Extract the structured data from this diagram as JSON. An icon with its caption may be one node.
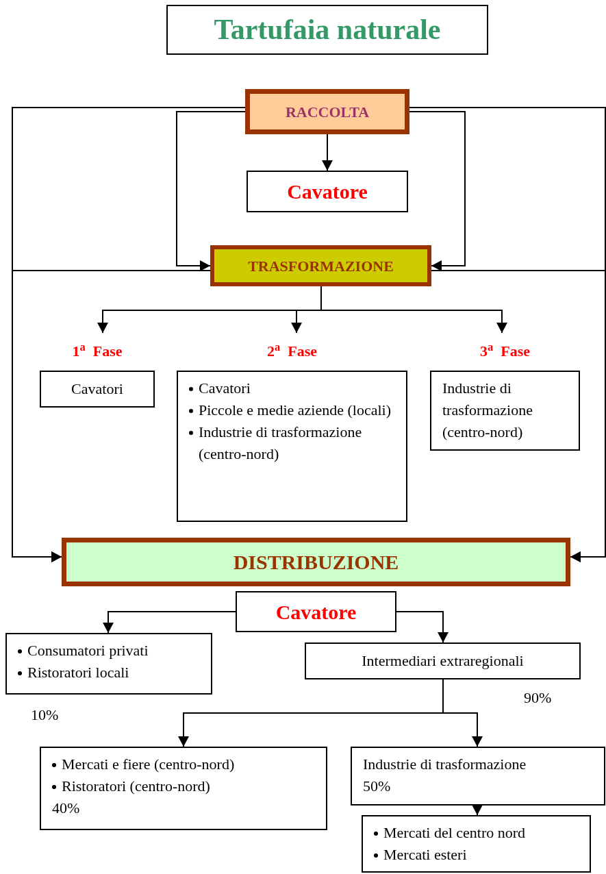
{
  "diagram": {
    "title": "Tartufaia naturale",
    "nodes": [
      {
        "text": [
          "RACCOLTA"
        ]
      },
      {
        "text": [
          "Cavatore"
        ]
      },
      {
        "text": [
          "TRASFORMAZIONE"
        ]
      },
      {
        "text": [
          "1$^{a}$  Fase",
          "Cavatori"
        ]
      },
      {
        "text": [
          "2$^{a}$  Fase",
          "Cavatori",
          "Piccole e medie aziende (locali)",
          "Industrie di trasformazione (centro-nord)"
        ]
      },
      {
        "text": [
          "3$^{a}$  Fase",
          "Industrie di trasformazione (centro-nord)"
        ]
      },
      {
        "text": [
          "DISTRIBUZIONE"
        ]
      },
      {
        "text": [
          "Cavatore"
        ]
      },
      {
        "text": [
          "Consumatori privati",
          "Ristoratori locali"
        ],
        "beside": [
          "10%"
        ]
      },
      {
        "text": [
          "Intermediari extraregionali"
        ],
        "beside": [
          "90%"
        ]
      },
      {
        "text": [
          "Mercati e fiere (centro-nord)",
          "Ristoratori (centro-nord)",
          "40%"
        ]
      },
      {
        "text": [
          "Industrie di trasformazione",
          "50%"
        ]
      },
      {
        "text": [
          "Mercati del centro nord",
          "Mercati esteri"
        ]
      }
    ],
    "edges": [
      {
        "from": 0,
        "to": 1,
        "arrow": "to"
      },
      {
        "from": 0,
        "to": 2,
        "arrow": "to"
      },
      {
        "from": 0,
        "to": 2,
        "arrow": "to"
      },
      {
        "from": 0,
        "to": 6,
        "arrow": "to"
      },
      {
        "from": 2,
        "to": 6,
        "arrow": "to"
      },
      {
        "from": 0,
        "to": 6,
        "arrow": "to"
      },
      {
        "from": 2,
        "to": 6,
        "arrow": "to"
      },
      {
        "from": 2,
        "to": 3,
        "arrow": "to"
      },
      {
        "from": 2,
        "to": 4,
        "arrow": "to"
      },
      {
        "from": 2,
        "to": 5,
        "arrow": "to"
      },
      {
        "from": 7,
        "to": 8,
        "arrow": "to"
      },
      {
        "from": 7,
        "to": 9,
        "arrow": "to"
      },
      {
        "from": 9,
        "to": 10,
        "arrow": "to"
      },
      {
        "from": 9,
        "to": 11,
        "arrow": "to"
      },
      {
        "from": 11,
        "to": 12,
        "arrow": "to"
      }
    ]
  }
}
